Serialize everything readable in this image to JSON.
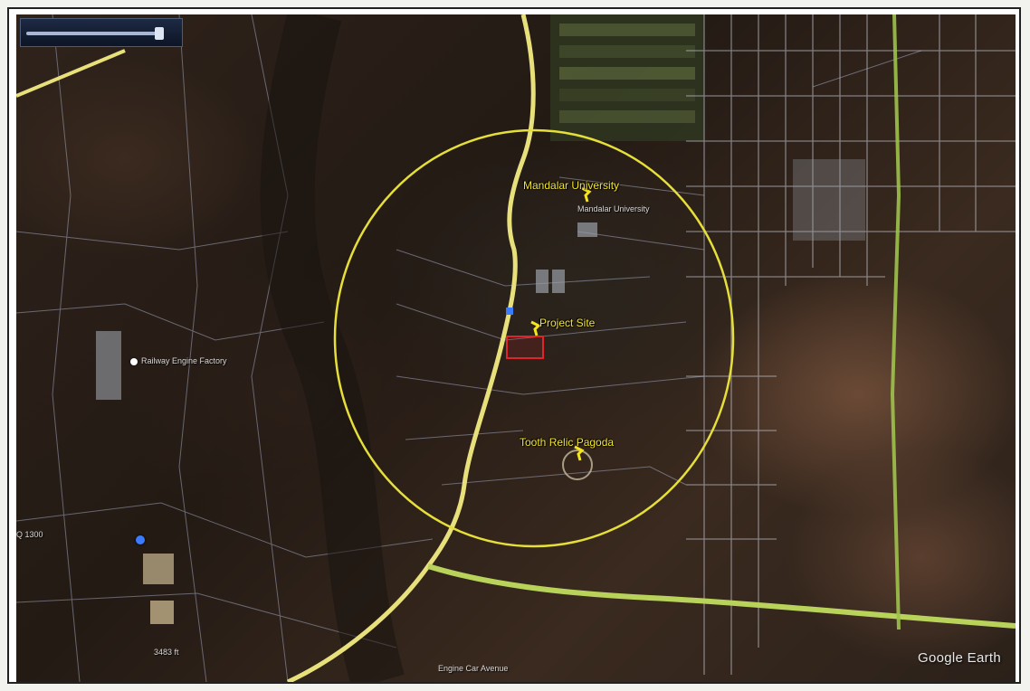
{
  "map": {
    "watermark": "Google Earth",
    "scale_text": "3483 ft",
    "colors": {
      "radius_circle": "#e6df3a",
      "main_road": "#e8e07a",
      "highway": "#b9d35a",
      "site_box": "#e0242b",
      "pin": "#f5e51c"
    },
    "markers": [
      {
        "name": "mandalar-university",
        "label": "Mandalar University",
        "sublabel": "Mandalar University"
      },
      {
        "name": "project-site",
        "label": "Project Site"
      },
      {
        "name": "tooth-relic-pagoda",
        "label": "Tooth Relic Pagoda"
      }
    ],
    "places": [
      {
        "label": "Railway Engine Factory"
      },
      {
        "label": "Engine Car Avenue"
      },
      {
        "label": "Q 1300"
      }
    ]
  }
}
